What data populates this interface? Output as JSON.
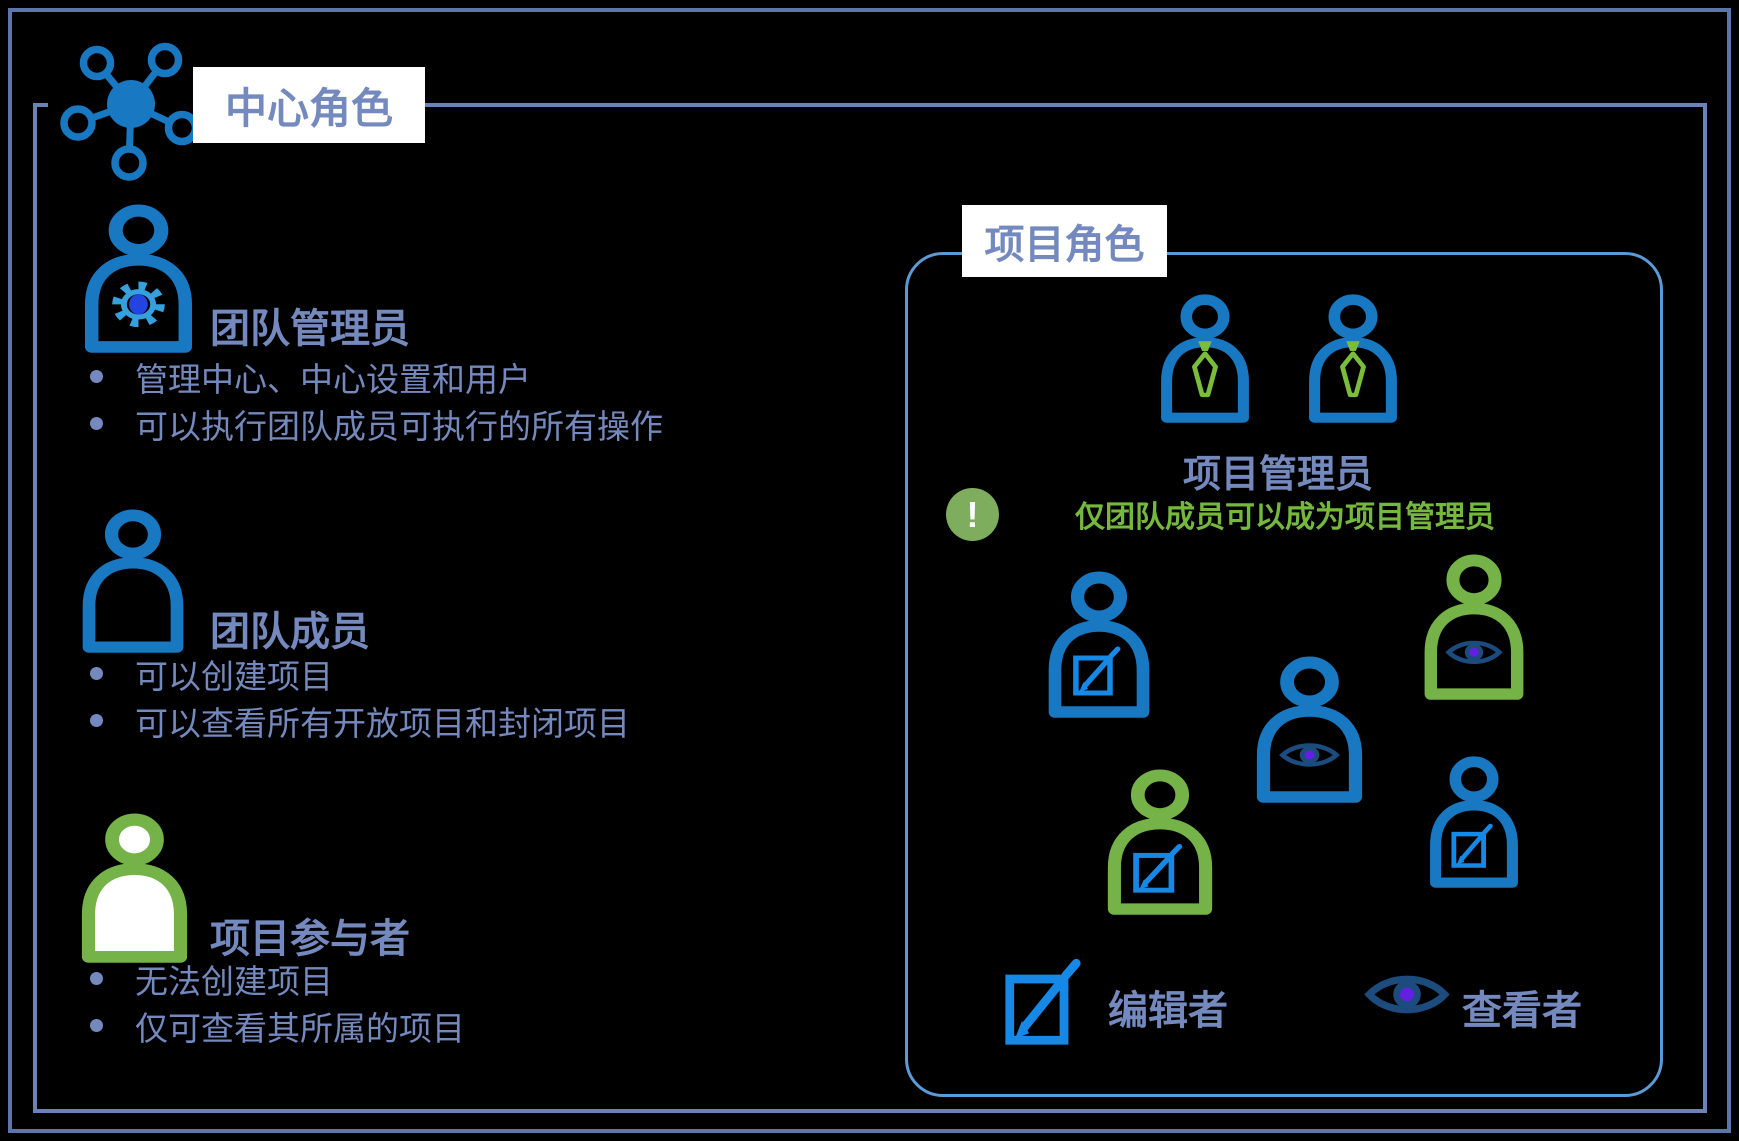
{
  "colors": {
    "background": "#000000",
    "frame_outer": "#5C76AD",
    "frame_inner": "#6B84B8",
    "project_box_border": "#5B9BD5",
    "text_slate": "#7489BD",
    "person_blue": "#1878C2",
    "person_green": "#75B248",
    "tie_green": "#7ABD3C",
    "gear_blue": "#35A0DC",
    "gear_center": "#2244E0",
    "edit_blue": "#1689E6",
    "eye_navy": "#1C4B7E",
    "eye_pupil": "#6420E0",
    "note_green": "#74B83E",
    "alert_green": "#7FAD5E",
    "label_bg": "#FFFFFF"
  },
  "hub_section": {
    "title": "中心角色",
    "hub_icon": "network-hub-icon",
    "roles": [
      {
        "title": "团队管理员",
        "icon": "person-gear-icon",
        "bullets": [
          "管理中心、中心设置和用户",
          "可以执行团队成员可执行的所有操作"
        ]
      },
      {
        "title": "团队成员",
        "icon": "person-icon",
        "bullets": [
          "可以创建项目",
          "可以查看所有开放项目和封闭项目"
        ]
      },
      {
        "title": "项目参与者",
        "icon": "person-filled-icon",
        "bullets": [
          "无法创建项目",
          "仅可查看其所属的项目"
        ]
      }
    ]
  },
  "project_section": {
    "title": "项目角色",
    "admin_group": {
      "label": "项目管理员",
      "note": "仅团队成员可以成为项目管理员",
      "alert_glyph": "!",
      "alert_icon": "exclamation-icon",
      "member_icon": "person-tie-icon"
    },
    "member_icons": [
      {
        "icon": "person-editor-icon",
        "color": "blue"
      },
      {
        "icon": "person-viewer-icon",
        "color": "green"
      },
      {
        "icon": "person-viewer-icon",
        "color": "blue"
      },
      {
        "icon": "person-editor-icon",
        "color": "green"
      },
      {
        "icon": "person-editor-icon",
        "color": "blue"
      }
    ],
    "legend": [
      {
        "icon": "edit-pencil-icon",
        "label": "编辑者"
      },
      {
        "icon": "eye-icon",
        "label": "查看者"
      }
    ]
  }
}
